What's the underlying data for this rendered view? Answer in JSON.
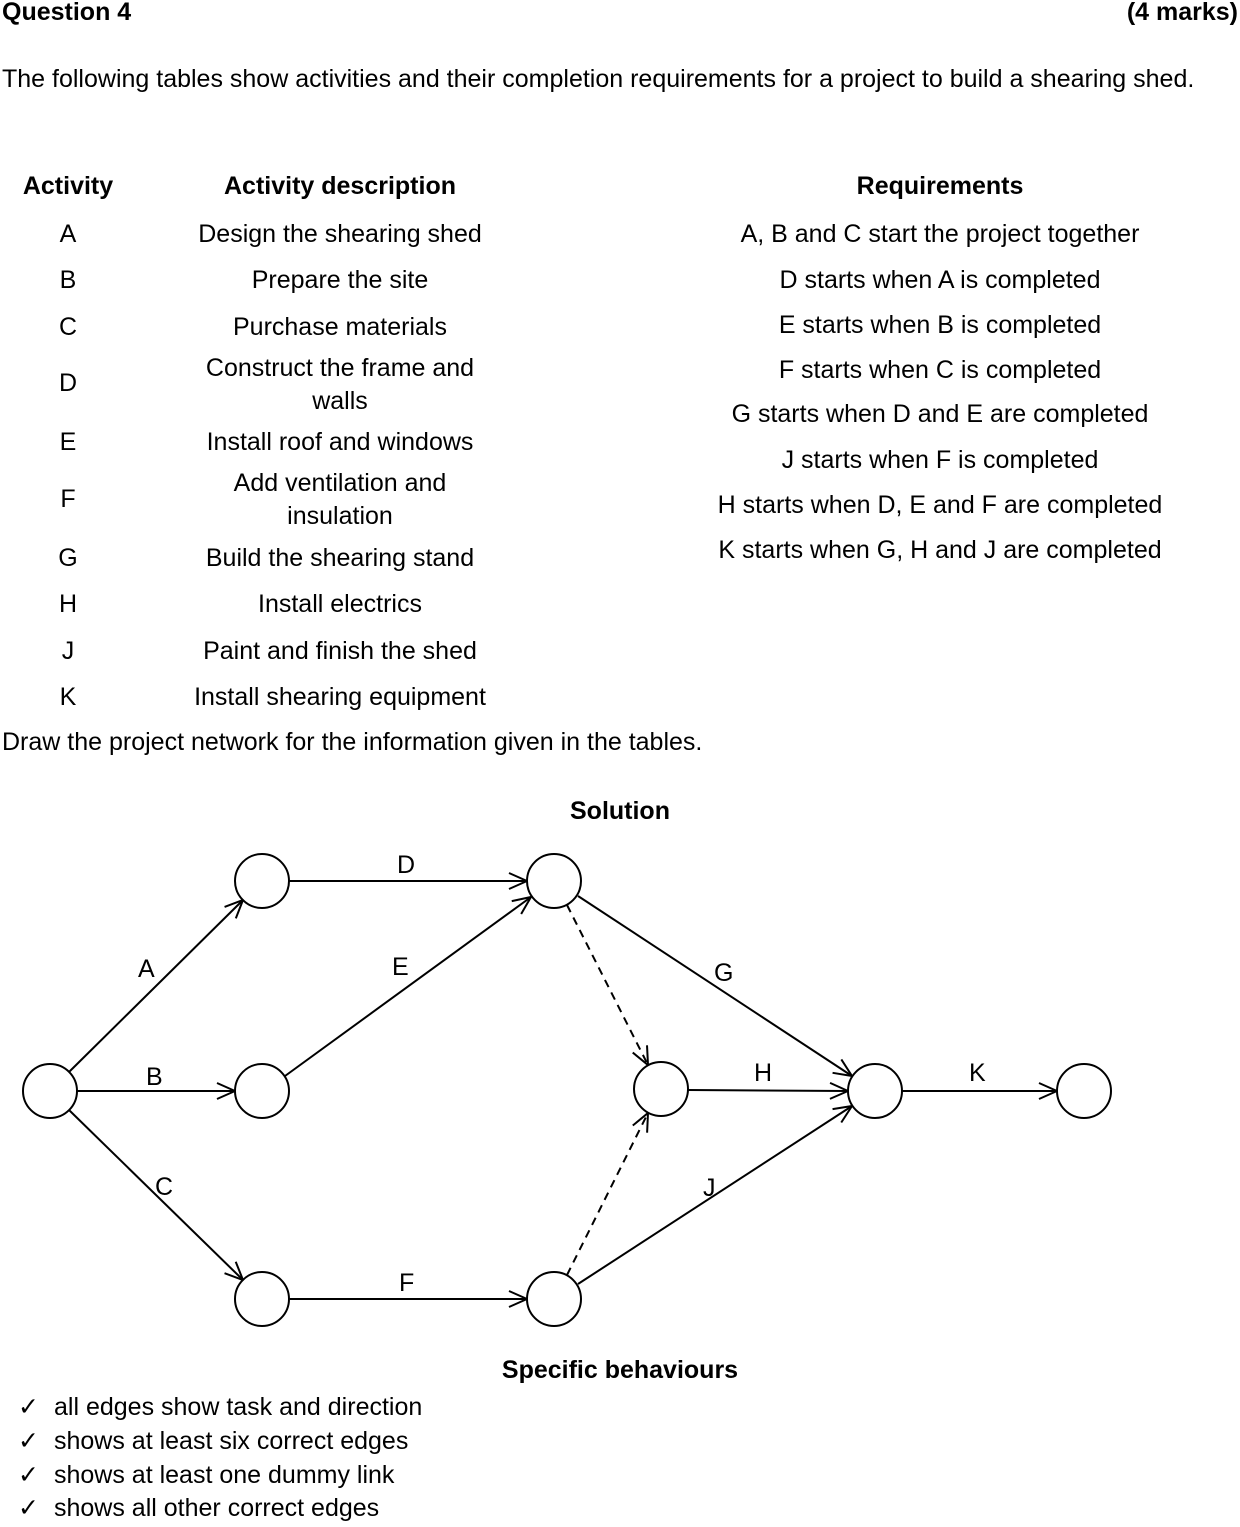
{
  "question": {
    "title": "Question 4",
    "marks": "(4 marks)"
  },
  "intro": "The following tables show activities and their completion requirements for a project to build a shearing shed.",
  "table": {
    "headers": {
      "activity": "Activity",
      "description": "Activity description",
      "requirements": "Requirements"
    },
    "rows": [
      {
        "activity": "A",
        "description": "Design the shearing shed"
      },
      {
        "activity": "B",
        "description": "Prepare the site"
      },
      {
        "activity": "C",
        "description": "Purchase materials"
      },
      {
        "activity": "D",
        "description": "Construct the frame and walls"
      },
      {
        "activity": "E",
        "description": "Install roof and windows"
      },
      {
        "activity": "F",
        "description": "Add ventilation and insulation"
      },
      {
        "activity": "G",
        "description": "Build the shearing stand"
      },
      {
        "activity": "H",
        "description": "Install electrics"
      },
      {
        "activity": "J",
        "description": "Paint and finish the shed"
      },
      {
        "activity": "K",
        "description": "Install shearing equipment"
      }
    ],
    "requirements": [
      "A, B and C start the project together",
      "D starts when A is completed",
      "E starts when B is completed",
      "F starts when C is completed",
      "G starts when D and E are completed",
      "J starts when F is completed",
      "H starts when D, E and F are completed",
      "K starts when G, H and J are completed"
    ]
  },
  "instruction": "Draw the project network for the information given in the tables.",
  "solution": {
    "title": "Solution",
    "edges": [
      {
        "label": "A",
        "from": "start",
        "to": "n1",
        "dummy": false
      },
      {
        "label": "B",
        "from": "start",
        "to": "n2",
        "dummy": false
      },
      {
        "label": "C",
        "from": "start",
        "to": "n3",
        "dummy": false
      },
      {
        "label": "D",
        "from": "n1",
        "to": "n4",
        "dummy": false
      },
      {
        "label": "E",
        "from": "n2",
        "to": "n4",
        "dummy": false
      },
      {
        "label": "F",
        "from": "n3",
        "to": "n5",
        "dummy": false
      },
      {
        "label": "",
        "from": "n4",
        "to": "n6",
        "dummy": true
      },
      {
        "label": "",
        "from": "n5",
        "to": "n6",
        "dummy": true
      },
      {
        "label": "G",
        "from": "n4",
        "to": "n7",
        "dummy": false
      },
      {
        "label": "H",
        "from": "n6",
        "to": "n7",
        "dummy": false
      },
      {
        "label": "J",
        "from": "n5",
        "to": "n7",
        "dummy": false
      },
      {
        "label": "K",
        "from": "n7",
        "to": "end",
        "dummy": false
      }
    ]
  },
  "specific_behaviours": {
    "title": "Specific behaviours",
    "tick": "✓",
    "items": [
      "all edges show task and direction",
      "shows at least six correct edges",
      "shows at least one dummy link",
      "shows all other correct edges"
    ]
  }
}
